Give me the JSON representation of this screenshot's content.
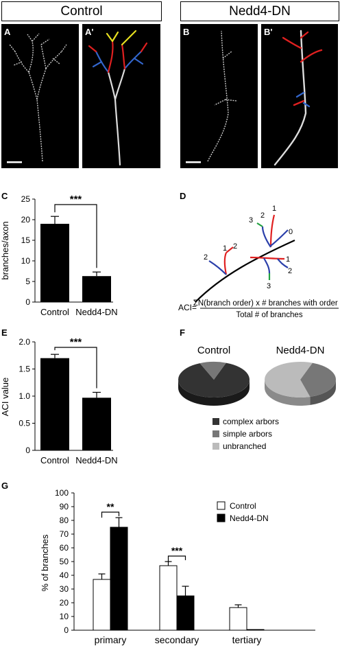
{
  "top": {
    "control_header": "Control",
    "nedd_header": "Nedd4-DN",
    "panels": [
      "A",
      "A'",
      "B",
      "B'"
    ]
  },
  "panel_labels": {
    "c": "C",
    "d": "D",
    "e": "E",
    "f": "F",
    "g": "G"
  },
  "panel_d": {
    "numbers": [
      "3",
      "2",
      "1",
      "0",
      "1",
      "2",
      "2",
      "1",
      "2",
      "3"
    ],
    "formula_lhs": "ACI=",
    "formula_num": "ΣN(branch order) x # branches with order N",
    "formula_den": "Total  # of branches"
  },
  "panel_f": {
    "pie_titles": [
      "Control",
      "Nedd4-DN"
    ],
    "legend": [
      {
        "label": "complex arbors",
        "color": "#333333"
      },
      {
        "label": "simple arbors",
        "color": "#777777"
      },
      {
        "label": "unbranched",
        "color": "#bbbbbb"
      }
    ]
  },
  "chart_data": [
    {
      "type": "bar",
      "panel": "C",
      "categories": [
        "Control",
        "Nedd4-DN"
      ],
      "values": [
        19,
        6.3
      ],
      "errors": [
        1.8,
        1.0
      ],
      "ylabel": "branches/axon",
      "ylim": [
        0,
        25
      ],
      "yticks": [
        "0",
        "5",
        "10",
        "15",
        "20",
        "25"
      ],
      "significance": "***"
    },
    {
      "type": "bar",
      "panel": "E",
      "categories": [
        "Control",
        "Nedd4-DN"
      ],
      "values": [
        1.7,
        0.97
      ],
      "errors": [
        0.07,
        0.1
      ],
      "ylabel": "ACI value",
      "ylim": [
        0,
        2.0
      ],
      "yticks": [
        "0",
        "0.5",
        "1.0",
        "1.5",
        "2.0"
      ],
      "significance": "***"
    },
    {
      "type": "pie",
      "panel": "F",
      "series": [
        {
          "name": "Control",
          "values": [
            88,
            12,
            0
          ]
        },
        {
          "name": "Nedd4-DN",
          "values": [
            0,
            40,
            60
          ]
        }
      ],
      "categories": [
        "complex arbors",
        "simple arbors",
        "unbranched"
      ]
    },
    {
      "type": "bar",
      "panel": "G",
      "categories": [
        "primary",
        "secondary",
        "tertiary"
      ],
      "series": [
        {
          "name": "Control",
          "values": [
            37,
            47,
            16.5
          ],
          "errors": [
            4,
            3,
            2
          ],
          "color": "#ffffff"
        },
        {
          "name": "Nedd4-DN",
          "values": [
            75,
            25,
            0.5
          ],
          "errors": [
            7,
            7,
            0
          ],
          "color": "#000000"
        }
      ],
      "ylabel": "% of branches",
      "ylim": [
        0,
        100
      ],
      "yticks": [
        "0",
        "10",
        "20",
        "30",
        "40",
        "50",
        "60",
        "70",
        "80",
        "90",
        "100"
      ],
      "significance": [
        "**",
        "***"
      ]
    }
  ]
}
